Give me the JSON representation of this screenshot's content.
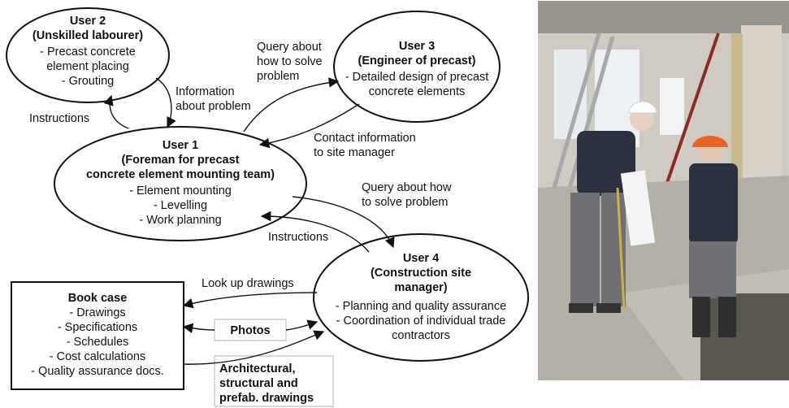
{
  "user2": {
    "title": "User 2",
    "role": "(Unskilled labourer)",
    "tasks": [
      "- Precast concrete",
      "element placing",
      "- Grouting"
    ]
  },
  "user3": {
    "title": "User 3",
    "role": "(Engineer of precast)",
    "tasks": [
      "- Detailed design of precast",
      "concrete elements"
    ]
  },
  "user1": {
    "title": "User 1",
    "role": [
      "(Foreman for precast",
      "concrete element mounting team)"
    ],
    "tasks": [
      "- Element mounting",
      "- Levelling",
      "- Work planning"
    ]
  },
  "user4": {
    "title": "User 4",
    "role": [
      "(Construction site",
      "manager)"
    ],
    "tasks": [
      "- Planning and quality assurance",
      "- Coordination of individual trade",
      "contractors"
    ]
  },
  "bookcase": {
    "title": "Book case",
    "items": [
      "- Drawings",
      "- Specifications",
      "- Schedules",
      "- Cost calculations",
      "- Quality assurance docs."
    ]
  },
  "labels": {
    "instructions_1": "Instructions",
    "information_about_problem": [
      "Information",
      "about problem"
    ],
    "query_user3": [
      "Query about",
      "how to solve",
      "problem"
    ],
    "contact_information": [
      "Contact information",
      "to site manager"
    ],
    "query_user4": [
      "Query about how",
      "to solve problem"
    ],
    "instructions_2": "Instructions",
    "look_up_drawings": "Look up drawings",
    "photos": "Photos",
    "drawings_box": [
      "Architectural,",
      "structural and",
      "prefab. drawings"
    ]
  },
  "colors": {
    "stroke": "#111111",
    "helmet": "#e8632a",
    "jacket": "#2b3140",
    "concrete": "#b9b6ad"
  }
}
